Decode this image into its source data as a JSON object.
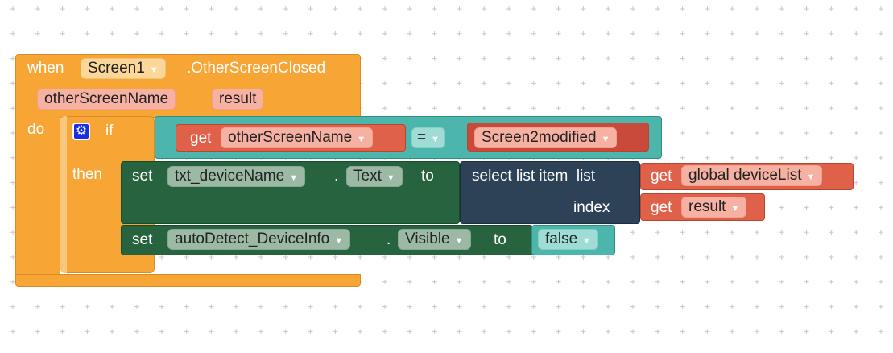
{
  "event": {
    "when_label": "when",
    "component": "Screen1",
    "event_name": ".OtherScreenClosed",
    "params": [
      "otherScreenName",
      "result"
    ],
    "do_label": "do"
  },
  "if_block": {
    "if_label": "if",
    "then_label": "then",
    "condition": {
      "left_get_label": "get",
      "left_var": "otherScreenName",
      "operator": "=",
      "right_value": "Screen2modified"
    }
  },
  "set1": {
    "set_label": "set",
    "component": "txt_deviceName",
    "dot": ".",
    "property": "Text",
    "to_label": "to",
    "select": {
      "label": "select list item  list",
      "index_label": "index",
      "list_get_label": "get",
      "list_var": "global deviceList",
      "index_get_label": "get",
      "index_var": "result"
    }
  },
  "set2": {
    "set_label": "set",
    "component": "autoDetect_DeviceInfo",
    "dot": ".",
    "property": "Visible",
    "to_label": "to",
    "value": "false"
  },
  "icons": {
    "gear": "gear-icon",
    "dropdown": "dropdown-arrow-icon"
  },
  "colors": {
    "event_orange": "#f7a535",
    "logic_teal": "#4db6ac",
    "variable_red": "#e0614a",
    "component_green": "#27633f",
    "list_slate": "#2e4257",
    "mutator_blue": "#1a2ee0"
  }
}
